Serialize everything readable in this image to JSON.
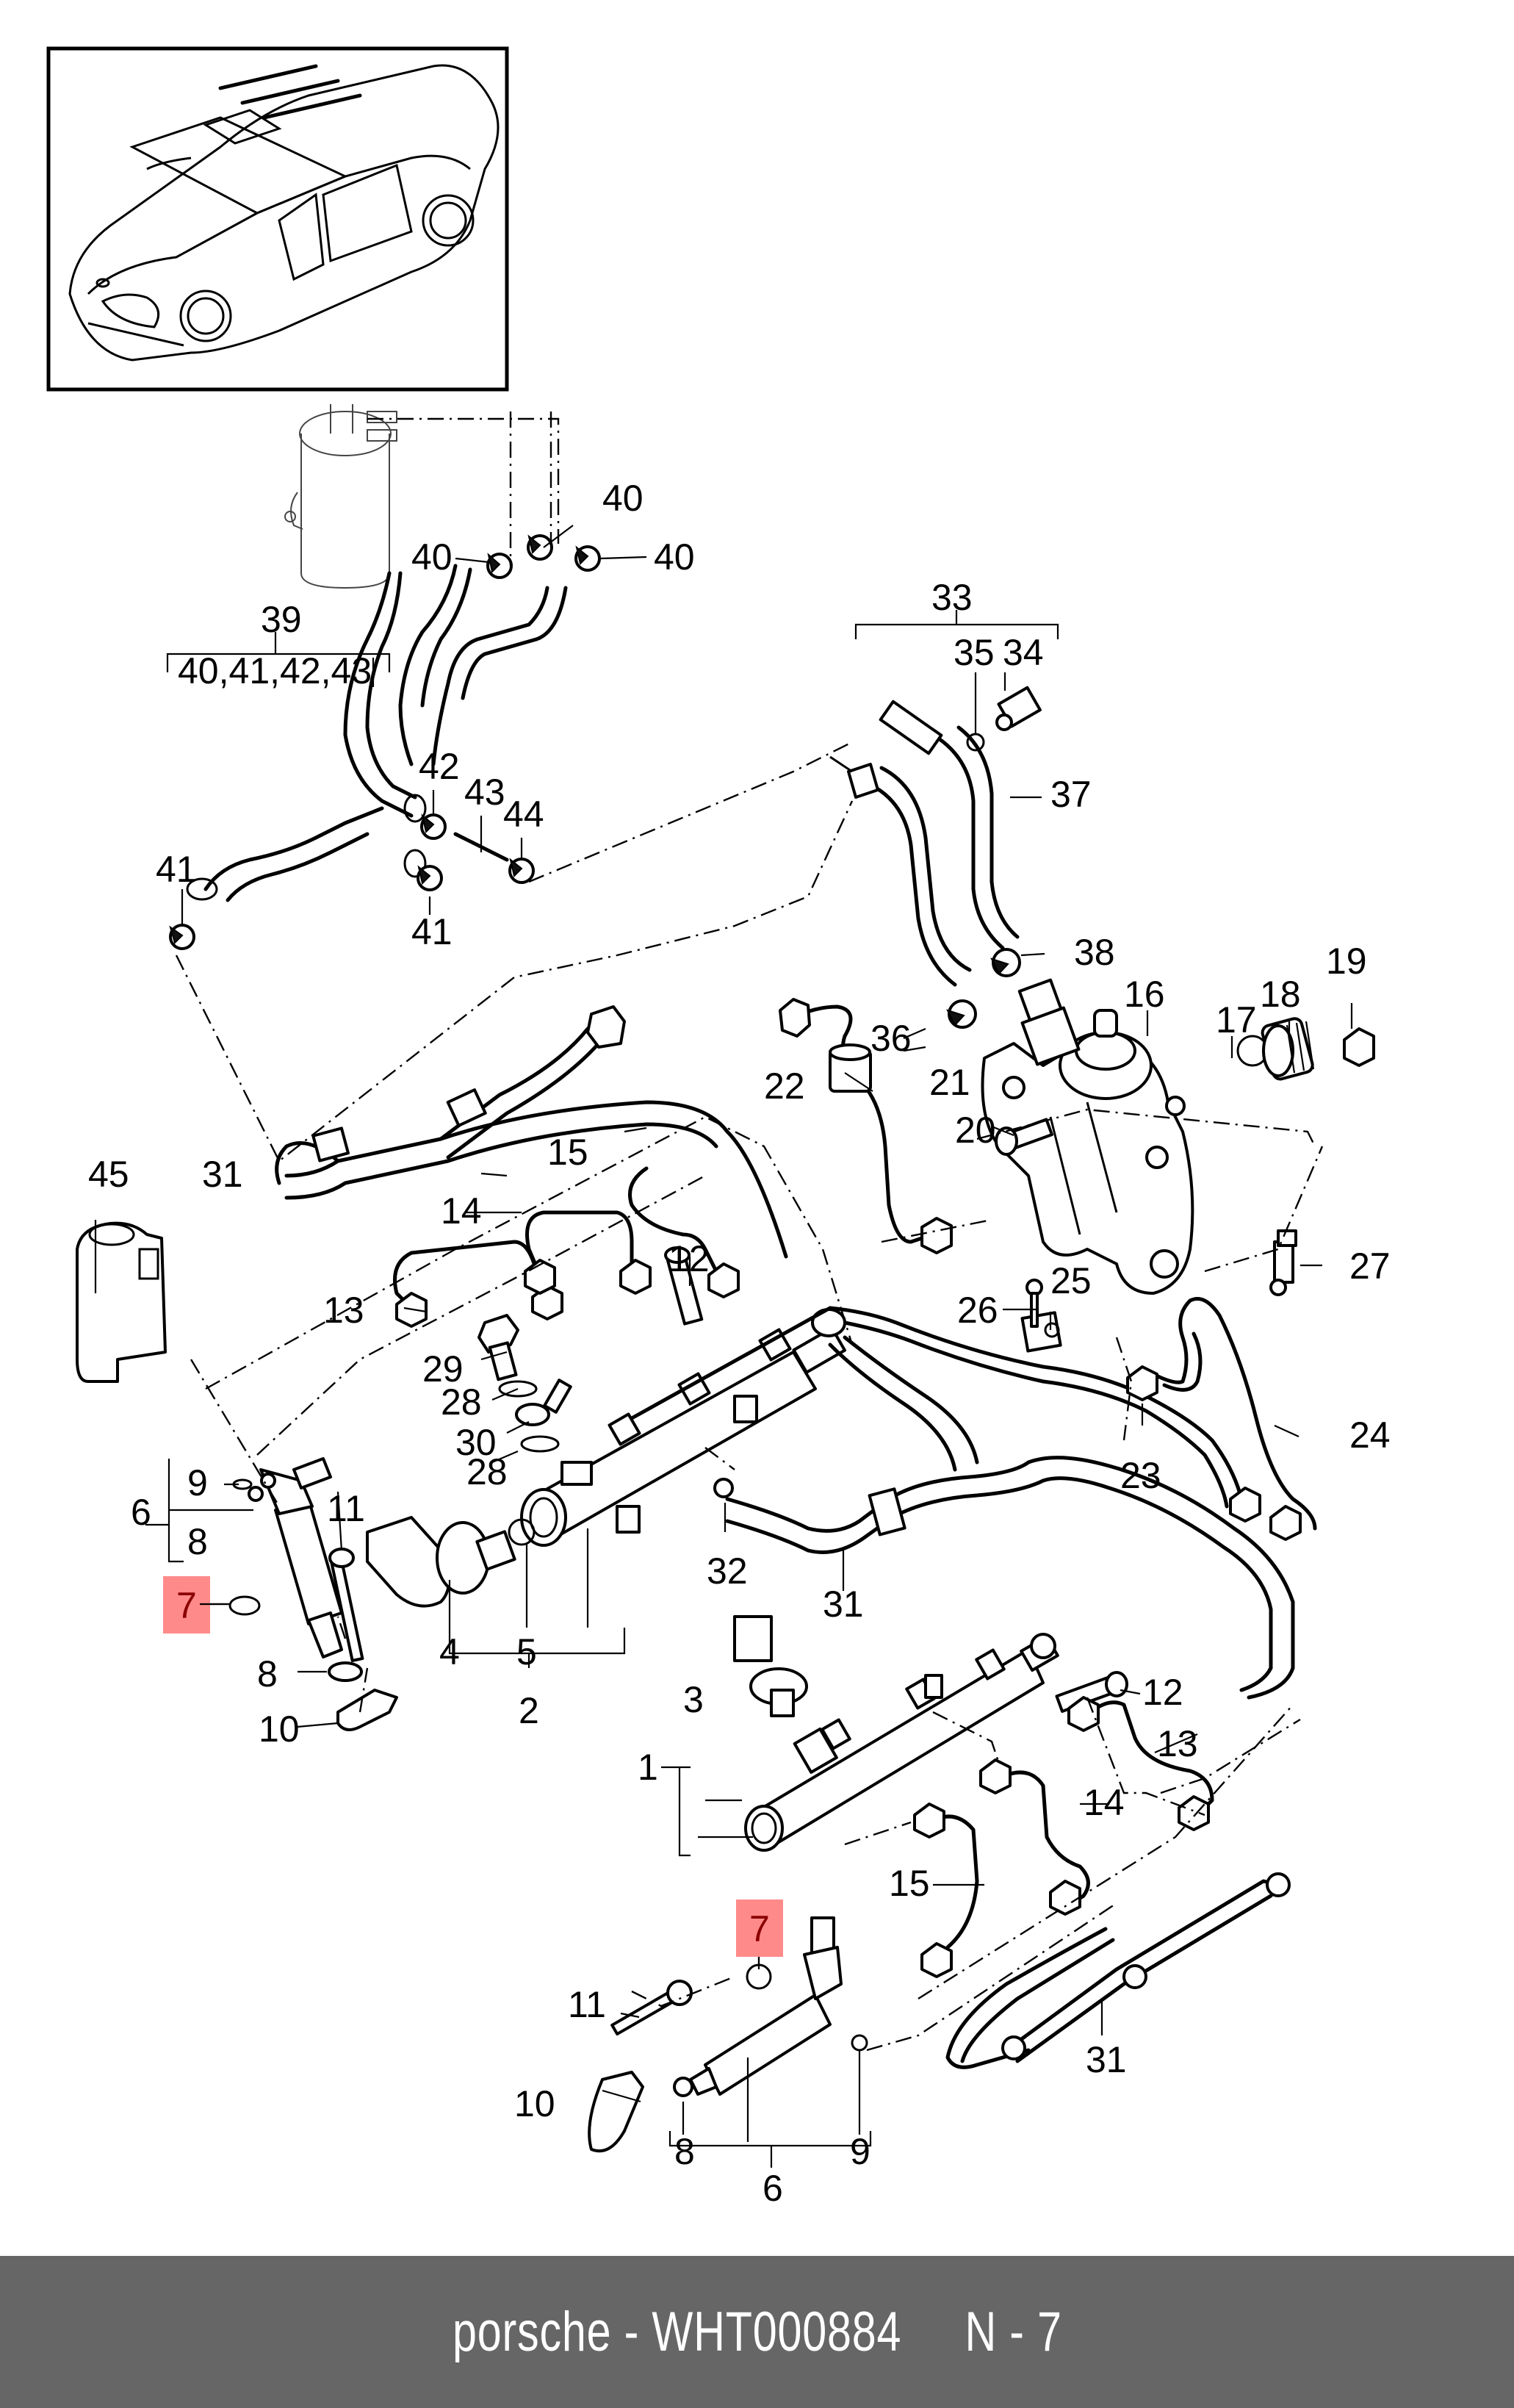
{
  "diagram": {
    "type": "exploded-parts-diagram",
    "subject": "fuel injection system - high pressure pump, fuel rails, injectors, lines",
    "highlight_color": "#ff8a8a",
    "highlighted_part": "7",
    "callouts": {
      "c1": "1",
      "c2": "2",
      "c3": "3",
      "c4": "4",
      "c5": "5",
      "c6a": "6",
      "c6b": "6",
      "c7a": "7",
      "c7b": "7",
      "c8a": "8",
      "c8b": "8",
      "c8c": "8",
      "c9a": "9",
      "c9b": "9",
      "c10a": "10",
      "c10b": "10",
      "c11a": "11",
      "c11b": "11",
      "c12a": "12",
      "c12b": "12",
      "c13a": "13",
      "c13b": "13",
      "c14a": "14",
      "c14b": "14",
      "c15a": "15",
      "c15b": "15",
      "c16": "16",
      "c17": "17",
      "c18": "18",
      "c19": "19",
      "c20": "20",
      "c21": "21",
      "c22": "22",
      "c23": "23",
      "c24": "24",
      "c25": "25",
      "c26": "26",
      "c27": "27",
      "c28a": "28",
      "c28b": "28",
      "c29": "29",
      "c30": "30",
      "c31a": "31",
      "c31b": "31",
      "c31c": "31",
      "c32": "32",
      "c33": "33",
      "c34": "34",
      "c35": "35",
      "c36": "36",
      "c37": "37",
      "c38": "38",
      "c39": "39",
      "c39sub": "40,41,42,43",
      "c40a": "40",
      "c40b": "40",
      "c40c": "40",
      "c41a": "41",
      "c41b": "41",
      "c42": "42",
      "c43": "43",
      "c44": "44",
      "c45": "45"
    }
  },
  "footer": {
    "text": "porsche - WHT000884     N - 7",
    "brand": "porsche",
    "part_number": "WHT000884",
    "position": "N - 7"
  }
}
